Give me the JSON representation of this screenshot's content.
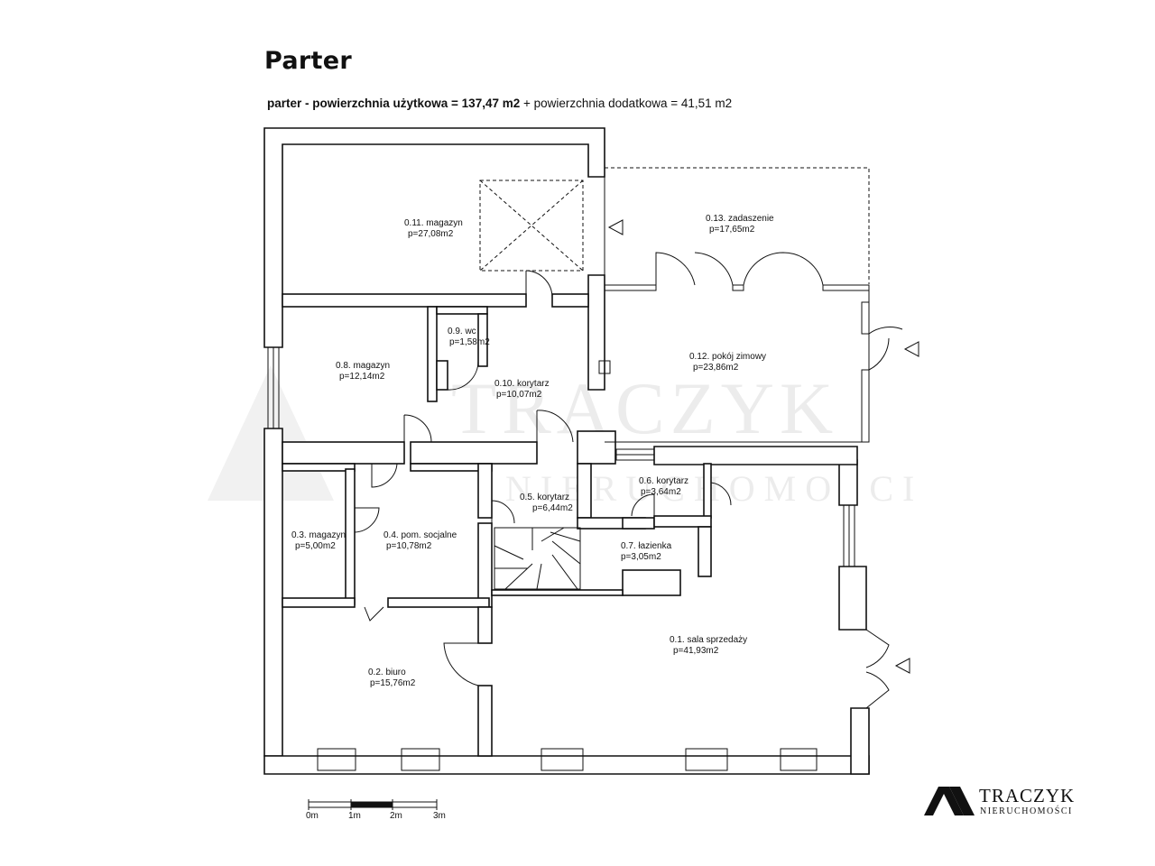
{
  "title": "Parter",
  "subtitle": {
    "bold": "parter - powierzchnia użytkowa = 137,47 m2",
    "rest": " + powierzchnia dodatkowa = 41,51 m2"
  },
  "rooms": [
    {
      "name": "0.11. magazyn",
      "area": "p=27,08m2"
    },
    {
      "name": "0.13. zadaszenie",
      "area": "p=17,65m2"
    },
    {
      "name": "0.9. wc",
      "area": "p=1,58m2"
    },
    {
      "name": "0.8. magazyn",
      "area": "p=12,14m2"
    },
    {
      "name": "0.10. korytarz",
      "area": "p=10,07m2"
    },
    {
      "name": "0.12. pokój zimowy",
      "area": "p=23,86m2"
    },
    {
      "name": "0.6. korytarz",
      "area": "p=3,64m2"
    },
    {
      "name": "0.5. korytarz",
      "area": "p=6,44m2"
    },
    {
      "name": "0.3. magazyn",
      "area": "p=5,00m2"
    },
    {
      "name": "0.4. pom. socjalne",
      "area": "p=10,78m2"
    },
    {
      "name": "0.7. łazienka",
      "area": "p=3,05m2"
    },
    {
      "name": "0.1. sala sprzedaży",
      "area": "p=41,93m2"
    },
    {
      "name": "0.2. biuro",
      "area": "p=15,76m2"
    }
  ],
  "scale": [
    "0m",
    "1m",
    "2m",
    "3m"
  ],
  "watermark": {
    "name": "TRACZYK",
    "sub": "NIERUCHOMOŚCI"
  },
  "brand": {
    "name": "TRACZYK",
    "sub": "NIERUCHOMOŚCI"
  }
}
